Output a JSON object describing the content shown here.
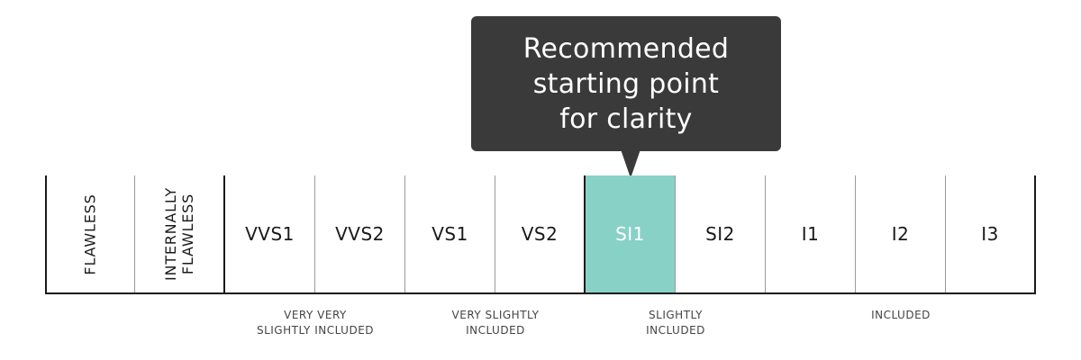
{
  "callout": {
    "text": "Recommended\nstarting point\nfor clarity",
    "background": "#3a3a3a"
  },
  "scale": {
    "highlight_color": "#88d1c7",
    "highlight_grade": "SI1",
    "grades": [
      {
        "label": "FLAWLESS",
        "orientation": "vertical"
      },
      {
        "label": "INTERNALLY\nFLAWLESS",
        "orientation": "vertical"
      },
      {
        "label": "VVS1",
        "orientation": "horizontal"
      },
      {
        "label": "VVS2",
        "orientation": "horizontal"
      },
      {
        "label": "VS1",
        "orientation": "horizontal"
      },
      {
        "label": "VS2",
        "orientation": "horizontal"
      },
      {
        "label": "SI1",
        "orientation": "horizontal"
      },
      {
        "label": "SI2",
        "orientation": "horizontal"
      },
      {
        "label": "I1",
        "orientation": "horizontal"
      },
      {
        "label": "I2",
        "orientation": "horizontal"
      },
      {
        "label": "I3",
        "orientation": "horizontal"
      }
    ]
  },
  "groups": [
    {
      "label": "VERY VERY\nSLIGHTLY INCLUDED"
    },
    {
      "label": "VERY SLIGHTLY\nINCLUDED"
    },
    {
      "label": "SLIGHTLY\nINCLUDED"
    },
    {
      "label": "INCLUDED"
    }
  ]
}
